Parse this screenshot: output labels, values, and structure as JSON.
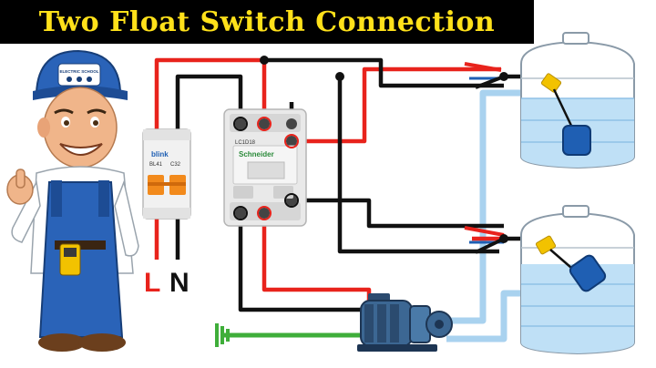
{
  "title": "Two Float Switch Connection",
  "labels": {
    "live": "L",
    "neutral": "N"
  },
  "cap_text": "ELECTRIC SCHOOL",
  "breaker": {
    "brand": "blink",
    "model": "BL41",
    "rating": "C32"
  },
  "contactor": {
    "brand": "Schneider",
    "model": "LC1D18"
  },
  "colors": {
    "live": "#e8231c",
    "neutral": "#111111",
    "water": "#a9d2ef",
    "earth": "#3fae3a",
    "title_bg": "#000000",
    "title_fg": "#ffe11a",
    "float": "#1f5fb3"
  }
}
